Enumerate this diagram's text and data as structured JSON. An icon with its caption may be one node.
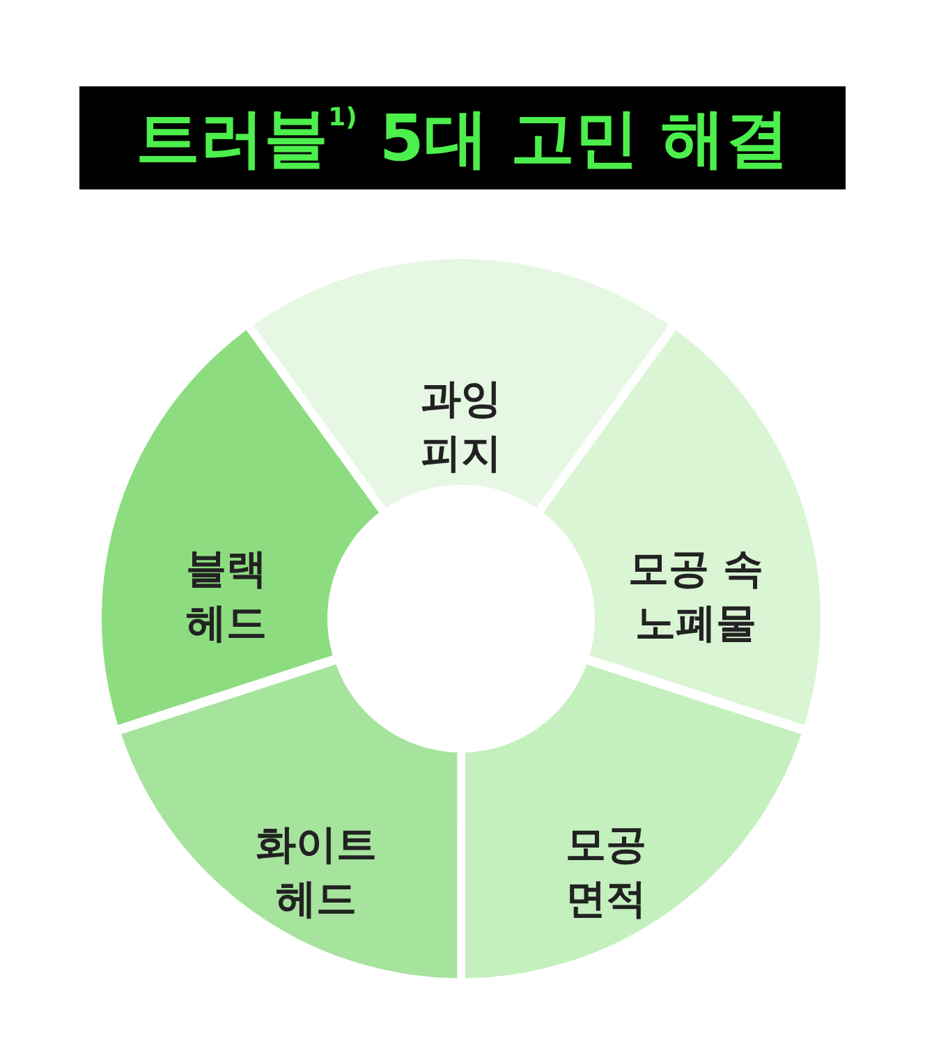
{
  "diagram": {
    "title": "트러블$^{1)}$ 5대 고민 해결",
    "nodes": [
      {
        "text": [
          "과잉 피지"
        ]
      },
      {
        "text": [
          "모공 속 노폐물"
        ]
      },
      {
        "text": [
          "모공 면적"
        ]
      },
      {
        "text": [
          "화이트 헤드"
        ]
      },
      {
        "text": [
          "블랙 헤드"
        ]
      }
    ]
  }
}
